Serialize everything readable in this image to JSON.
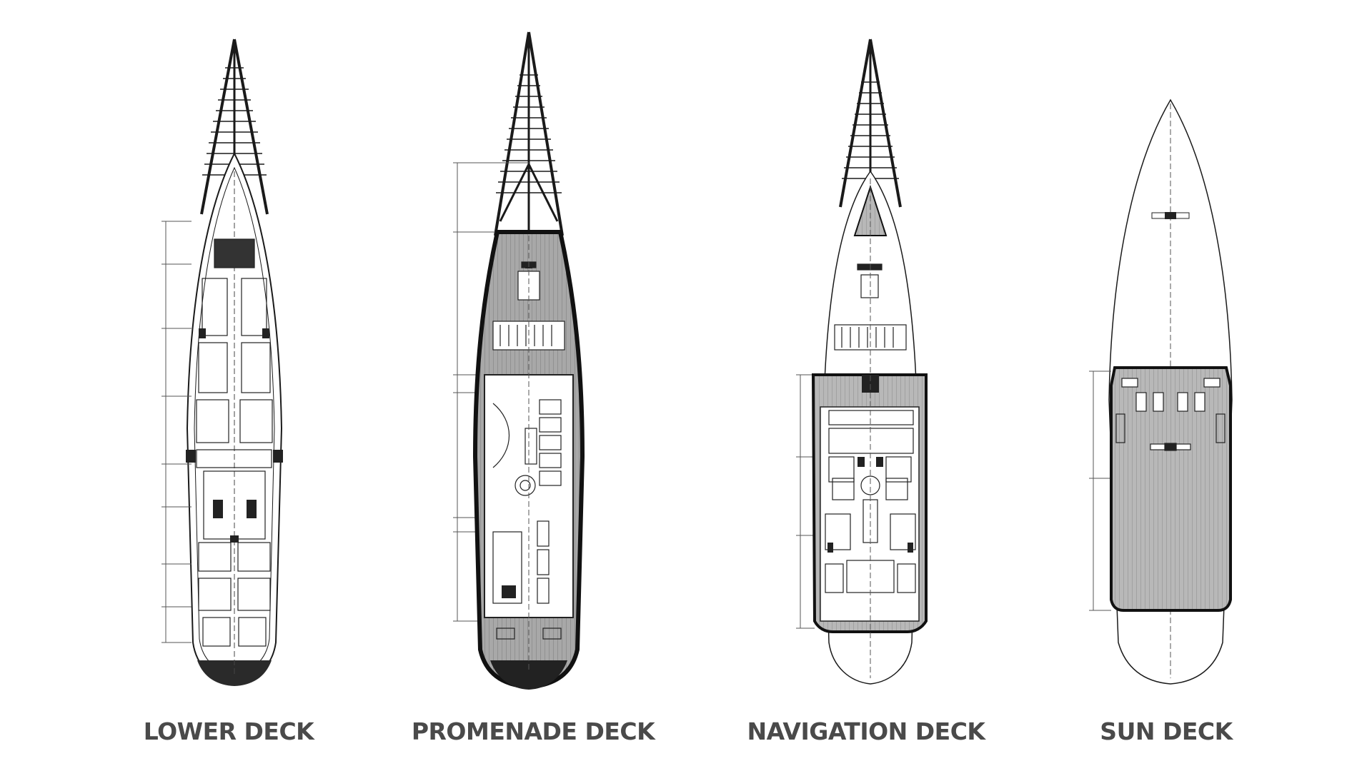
{
  "decks": [
    {
      "id": "lower",
      "label": "LOWER DECK"
    },
    {
      "id": "promenade",
      "label": "PROMENADE DECK"
    },
    {
      "id": "navigation",
      "label": "NAVIGATION DECK"
    },
    {
      "id": "sun",
      "label": "SUN DECK"
    }
  ],
  "colors": {
    "background": "#ffffff",
    "outline": "#1a1a1a",
    "deck_fill": "#9a9a9a",
    "label": "#4a4a4a"
  }
}
